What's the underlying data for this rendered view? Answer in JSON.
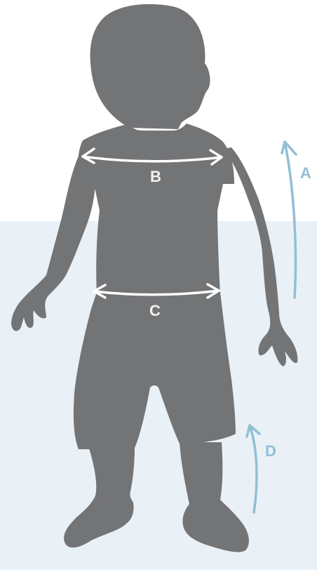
{
  "figure": {
    "labels": {
      "a": "A",
      "b": "B",
      "c": "C",
      "d": "D"
    },
    "colors": {
      "silhouette": "#737476",
      "background_band": "#e9f1f6",
      "arrow_white": "#ffffff",
      "arrow_blue": "#92bfd4",
      "label_white": "#f2f2f2",
      "label_blue": "#92bfd4"
    }
  }
}
